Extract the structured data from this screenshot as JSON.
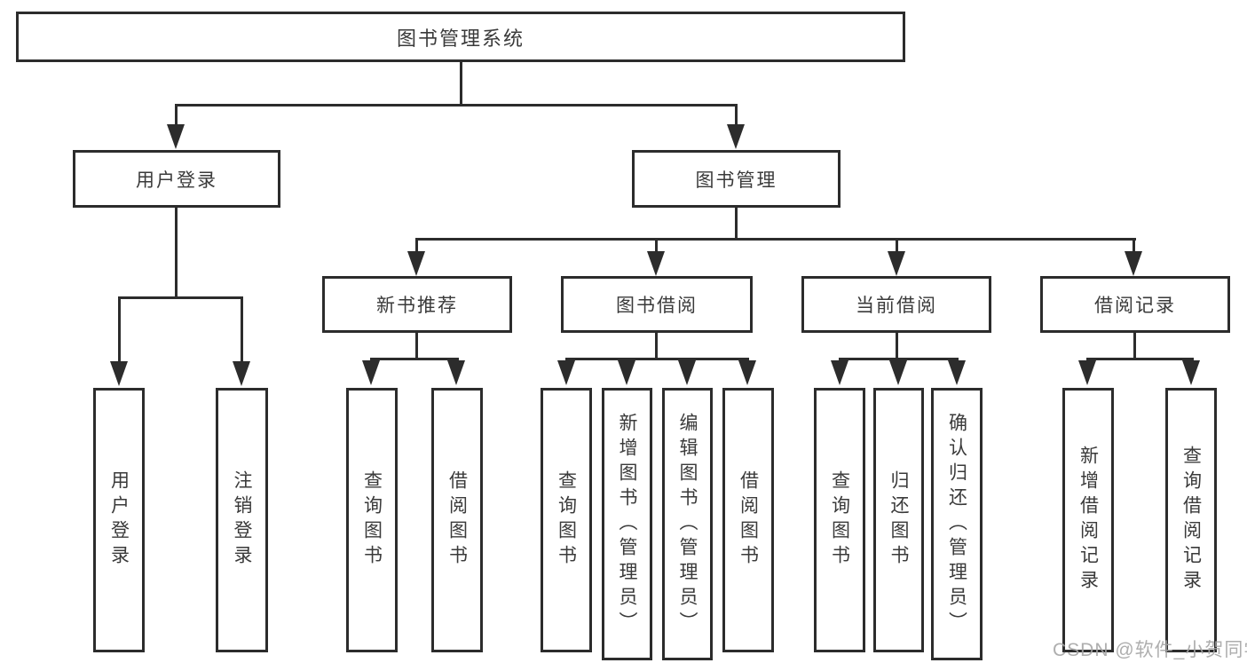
{
  "title": {
    "label": "图书管理系统"
  },
  "branches": {
    "user_login": {
      "label": "用户登录",
      "children": [
        {
          "label": "用户登录"
        },
        {
          "label": "注销登录"
        }
      ]
    },
    "book_mgmt": {
      "label": "图书管理",
      "groups": [
        {
          "label": "新书推荐",
          "children": [
            {
              "label": "查询图书"
            },
            {
              "label": "借阅图书"
            }
          ]
        },
        {
          "label": "图书借阅",
          "children": [
            {
              "label": "查询图书"
            },
            {
              "label": "新增图书（管理员）"
            },
            {
              "label": "编辑图书（管理员）"
            },
            {
              "label": "借阅图书"
            }
          ]
        },
        {
          "label": "当前借阅",
          "children": [
            {
              "label": "查询图书"
            },
            {
              "label": "归还图书"
            },
            {
              "label": "确认归还（管理员）"
            }
          ]
        },
        {
          "label": "借阅记录",
          "children": [
            {
              "label": "新增借阅记录"
            },
            {
              "label": "查询借阅记录"
            }
          ]
        }
      ]
    }
  },
  "watermark": {
    "text": "CSDN @软件_小贺同学"
  },
  "colors": {
    "line": "#2c2c2c",
    "text": "#3a3a3a",
    "background": "#ffffff",
    "watermark": "#a5a5a5"
  }
}
